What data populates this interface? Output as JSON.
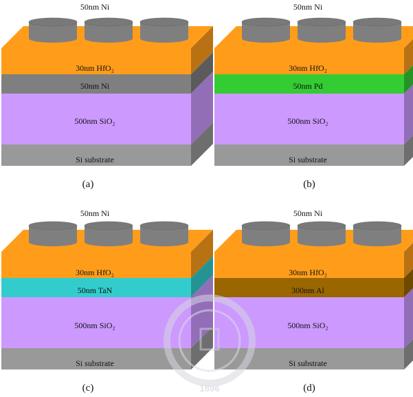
{
  "panels": [
    {
      "id": "a",
      "top_label": "50nm Ni",
      "caption": "(a)",
      "layers": [
        {
          "label": "30nm HfO₂",
          "color": "#ff9d1a"
        },
        {
          "label": "50nm Ni",
          "color": "#7f7f7f"
        },
        {
          "label": "500nm SiO₂",
          "color": "#cc99ff"
        },
        {
          "label": "Si substrate",
          "color": "#999999"
        }
      ]
    },
    {
      "id": "b",
      "top_label": "50nm Ni",
      "caption": "(b)",
      "layers": [
        {
          "label": "30nm HfO₂",
          "color": "#ff9d1a"
        },
        {
          "label": "50nm Pd",
          "color": "#33cc33"
        },
        {
          "label": "500nm SiO₂",
          "color": "#cc99ff"
        },
        {
          "label": "Si substrate",
          "color": "#999999"
        }
      ]
    },
    {
      "id": "c",
      "top_label": "50nm Ni",
      "caption": "(c)",
      "layers": [
        {
          "label": "30nm HfO₂",
          "color": "#ff9d1a"
        },
        {
          "label": "50nm TaN",
          "color": "#33cccc"
        },
        {
          "label": "500nm SiO₂",
          "color": "#cc99ff"
        },
        {
          "label": "Si substrate",
          "color": "#999999"
        }
      ]
    },
    {
      "id": "d",
      "top_label": "50nm Ni",
      "caption": "(d)",
      "layers": [
        {
          "label": "30nm HfO₂",
          "color": "#ff9d1a"
        },
        {
          "label": "300nm Al",
          "color": "#996600"
        },
        {
          "label": "500nm SiO₂",
          "color": "#cc99ff"
        },
        {
          "label": "Si substrate",
          "color": "#999999"
        }
      ]
    }
  ],
  "electrode_color": "#7f7f7f",
  "watermark_text": "1896"
}
